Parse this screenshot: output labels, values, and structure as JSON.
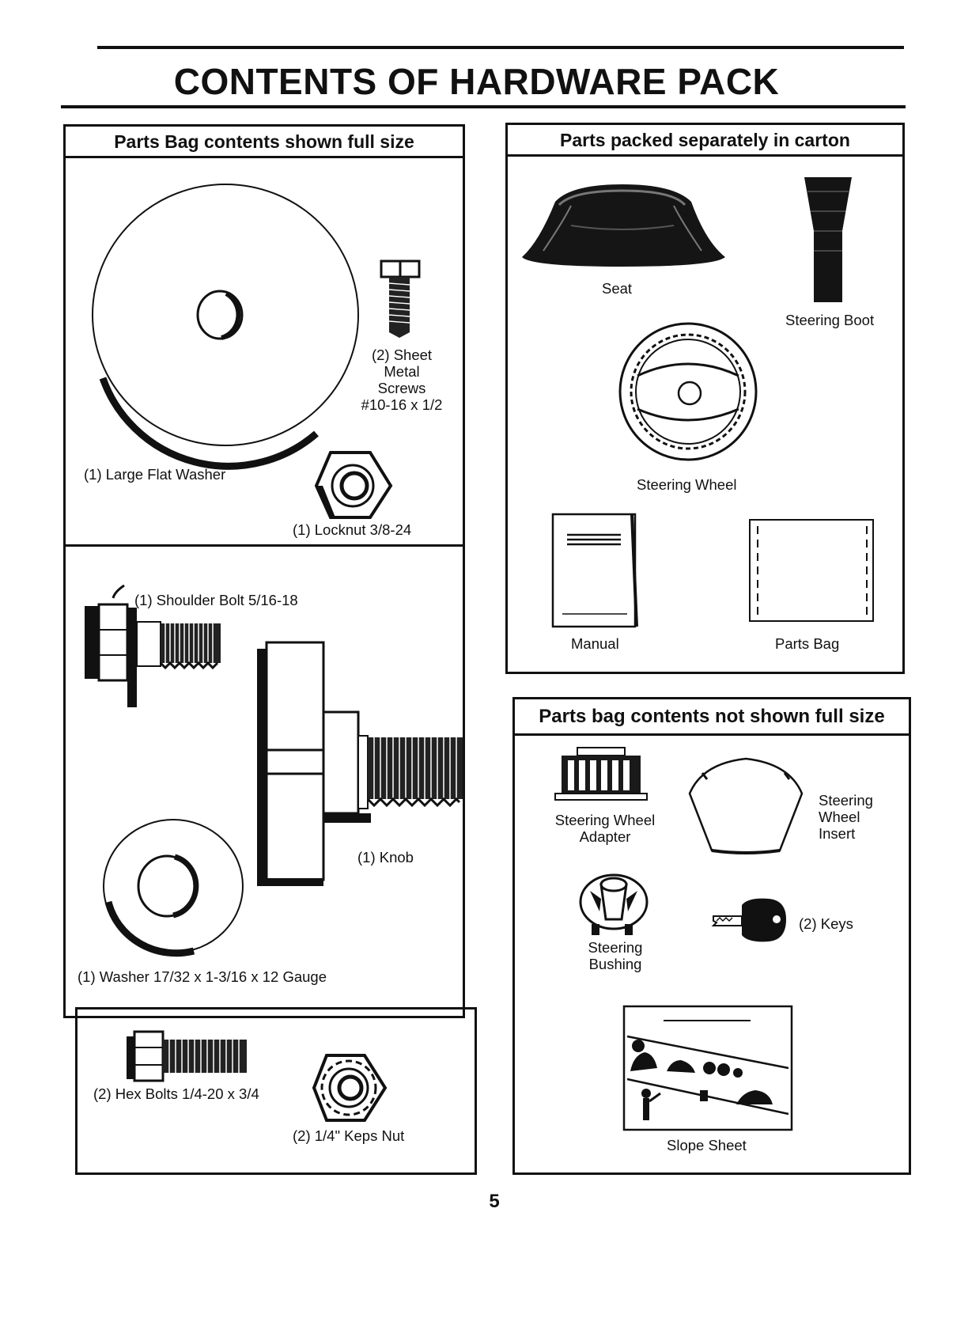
{
  "page": {
    "title": "CONTENTS OF HARDWARE PACK",
    "page_number": "5"
  },
  "panel_left": {
    "header": "Parts Bag contents shown full size",
    "large_flat_washer": "(1) Large Flat Washer",
    "sheet_metal_screws": [
      "(2) Sheet",
      "Metal",
      "Screws",
      "#10-16 x 1/2"
    ],
    "locknut": "(1) Locknut  3/8-24",
    "shoulder_bolt": "(1) Shoulder Bolt  5/16-18",
    "knob": "(1) Knob",
    "washer": "(1) Washer  17/32 x 1-3/16 x 12 Gauge",
    "hex_bolts": "(2) Hex Bolts  1/4-20 x 3/4",
    "keps_nut": "(2) 1/4\" Keps Nut"
  },
  "panel_carton": {
    "header": "Parts packed separately in carton",
    "seat": "Seat",
    "steering_boot": "Steering Boot",
    "steering_wheel": "Steering Wheel",
    "manual": "Manual",
    "parts_bag": "Parts Bag"
  },
  "panel_bag_not_full": {
    "header": "Parts bag contents not shown full size",
    "steering_wheel_adapter": [
      "Steering Wheel",
      "Adapter"
    ],
    "steering_wheel_insert": [
      "Steering",
      "Wheel",
      "Insert"
    ],
    "steering_bushing": [
      "Steering",
      "Bushing"
    ],
    "keys": "(2) Keys",
    "slope_sheet": "Slope Sheet"
  }
}
